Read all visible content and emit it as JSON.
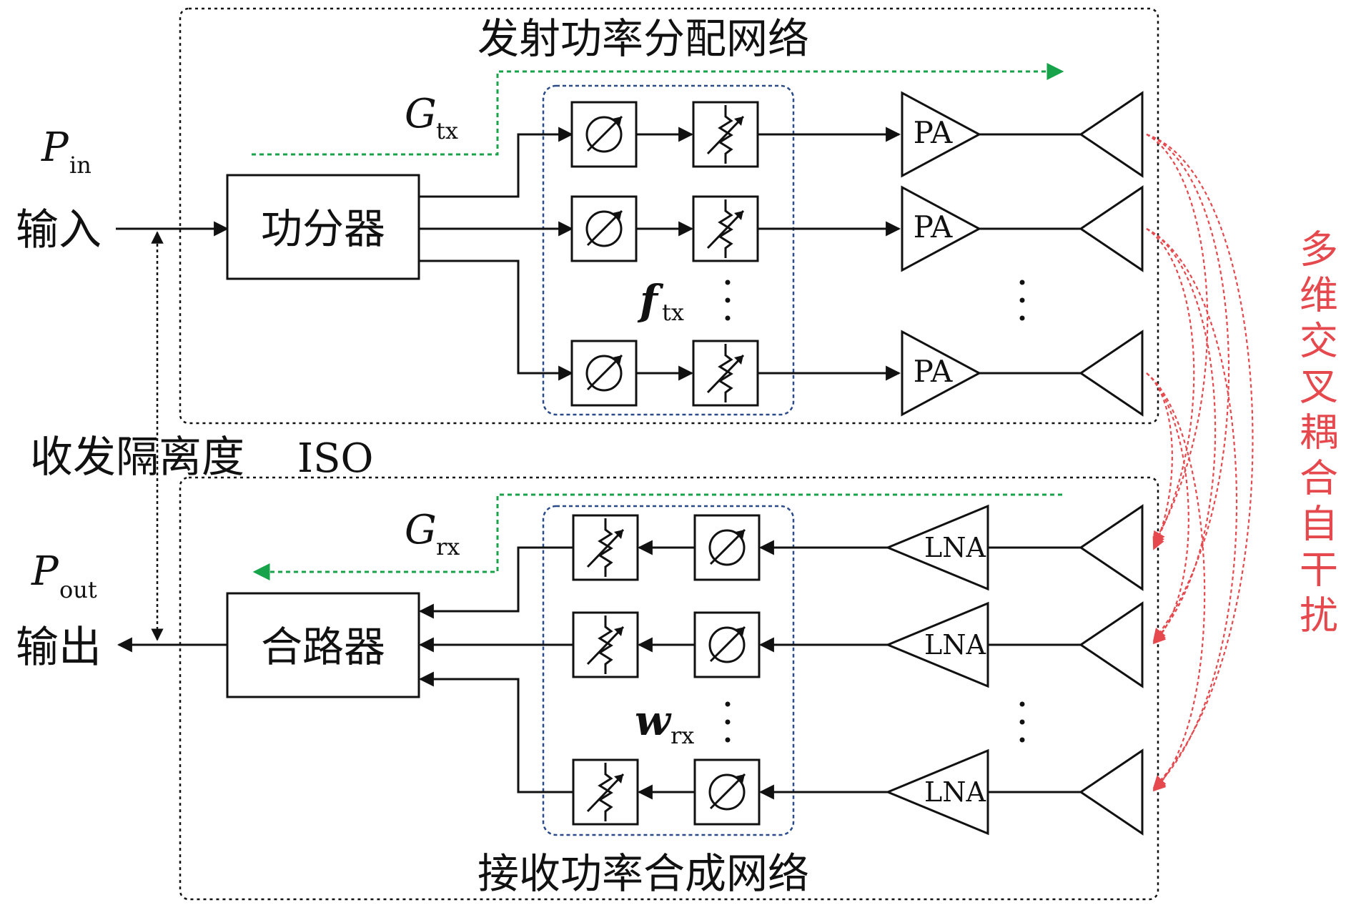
{
  "labels": {
    "tx_network_title": "发射功率分配网络",
    "rx_network_title": "接收功率合成网络",
    "input_label": "输入",
    "output_label": "输出",
    "splitter_label": "功分器",
    "combiner_label": "合路器",
    "isolation_label": "收发隔离度",
    "isolation_symbol": "ISO",
    "coupling_label": "多维交叉耦合自干扰",
    "pin_symbol": "P",
    "pin_sub": "in",
    "pout_symbol": "P",
    "pout_sub": "out",
    "gtx_symbol": "G",
    "gtx_sub": "tx",
    "grx_symbol": "G",
    "grx_sub": "rx",
    "ftx_symbol": "f",
    "ftx_sub": "tx",
    "wrx_symbol": "w",
    "wrx_sub": "rx",
    "pa_label": "PA",
    "lna_label": "LNA"
  },
  "colors": {
    "frame": "#111111",
    "weight_box": "#2a4a8a",
    "gain_arrow": "#17a34a",
    "interference": "#e5484d"
  },
  "icons": {
    "phase_shifter": "phase-shifter-icon",
    "attenuator": "variable-attenuator-icon",
    "antenna": "antenna-icon"
  }
}
